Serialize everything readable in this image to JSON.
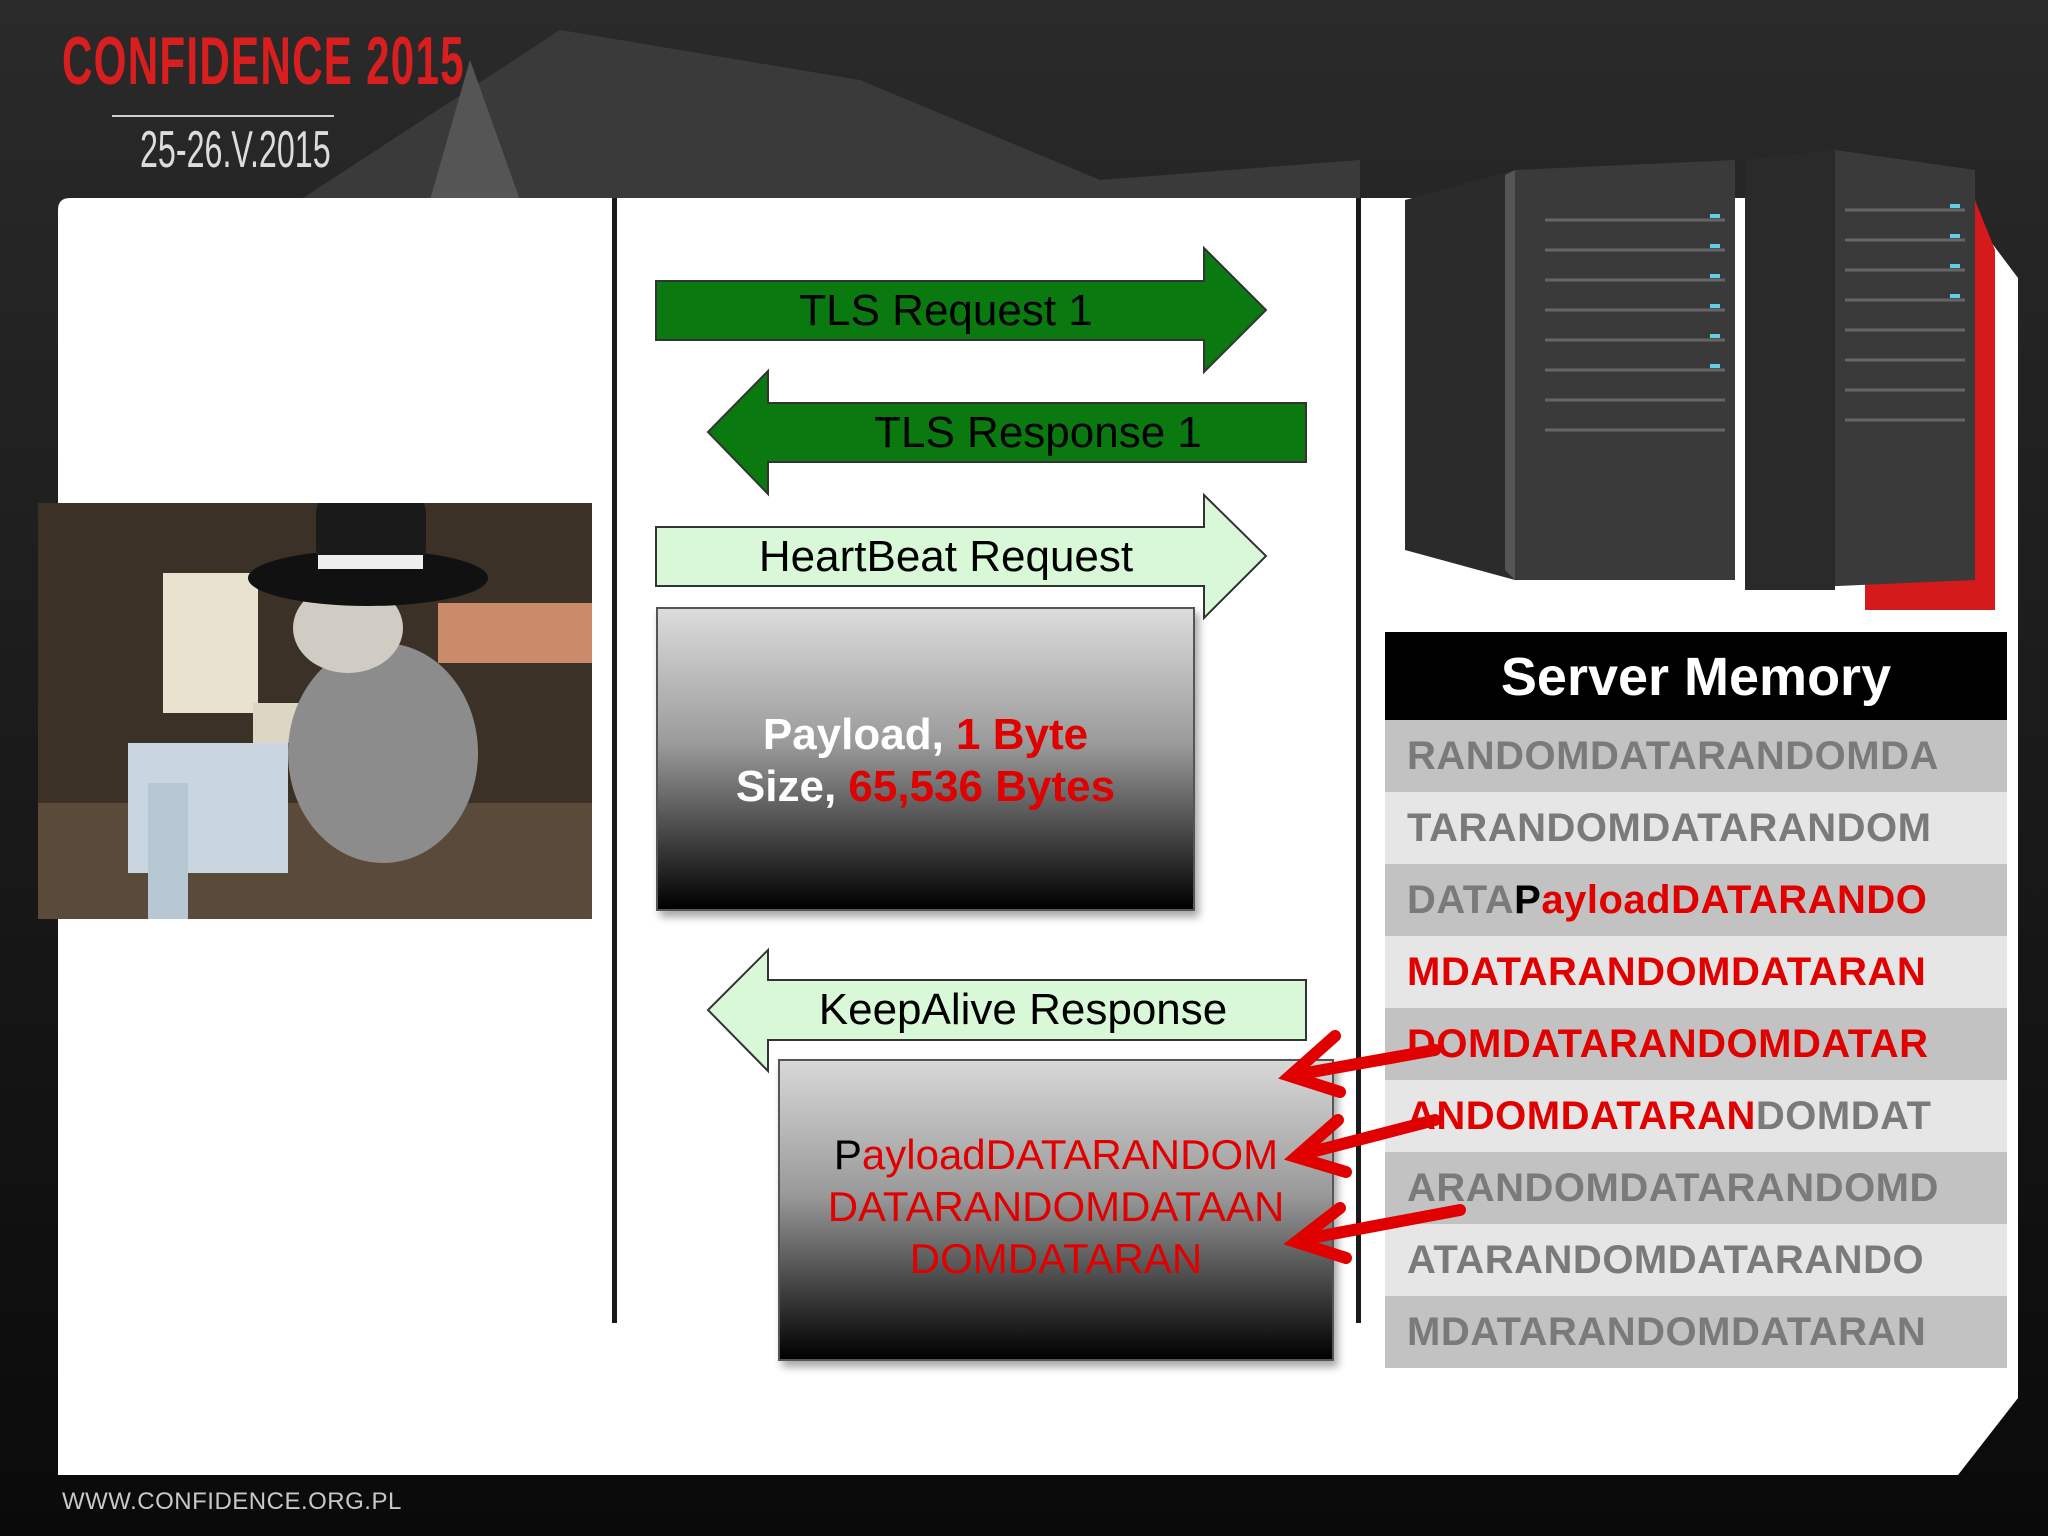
{
  "logo": {
    "title": "CONFIDENCE 2015",
    "date": "25-26.V.2015"
  },
  "arrows": {
    "tls_request": "TLS Request 1",
    "tls_response": "TLS Response 1",
    "heartbeat_request": "HeartBeat Request",
    "keepalive_response": "KeepAlive Response"
  },
  "payload_box": {
    "line1_label": "Payload, ",
    "line1_value": "1 Byte",
    "line2_label": "Size, ",
    "line2_value": "65,536 Bytes"
  },
  "keepalive_box": {
    "first_char": "P",
    "line1_rest": "ayloadDATARANDOM",
    "line2": "DATARANDOMDATAAN",
    "line3": "DOMDATARAN"
  },
  "server_memory": {
    "title": "Server Memory",
    "rows": [
      {
        "a": "RANDOMDATARANDOMDA",
        "b": "",
        "c": "",
        "d": ""
      },
      {
        "a": "TARANDOMDATARANDOM",
        "b": "",
        "c": "",
        "d": ""
      },
      {
        "a": "DATA",
        "b": "P",
        "c": "ayloadDATARANDO",
        "d": ""
      },
      {
        "a": "",
        "b": "",
        "c": "MDATARANDOMDATARAN",
        "d": ""
      },
      {
        "a": "",
        "b": "",
        "c": "DOMDATARANDOMDATAR",
        "d": ""
      },
      {
        "a": "",
        "b": "",
        "c": "ANDOMDATARAN",
        "d": "DOMDAT"
      },
      {
        "a": "ARANDOMDATARANDOMD",
        "b": "",
        "c": "",
        "d": ""
      },
      {
        "a": "ATARANDOMDATARANDO",
        "b": "",
        "c": "",
        "d": ""
      },
      {
        "a": "MDATARANDOMDATARAN",
        "b": "",
        "c": "",
        "d": ""
      }
    ]
  },
  "footer": "WWW.CONFIDENCE.ORG.PL",
  "colors": {
    "accent_red": "#e10000",
    "arrow_dark_green": "#0a7a10",
    "arrow_light_green": "#d8f8d8"
  },
  "icons": [
    "server-rack-icon",
    "hacker-cat-photo"
  ]
}
